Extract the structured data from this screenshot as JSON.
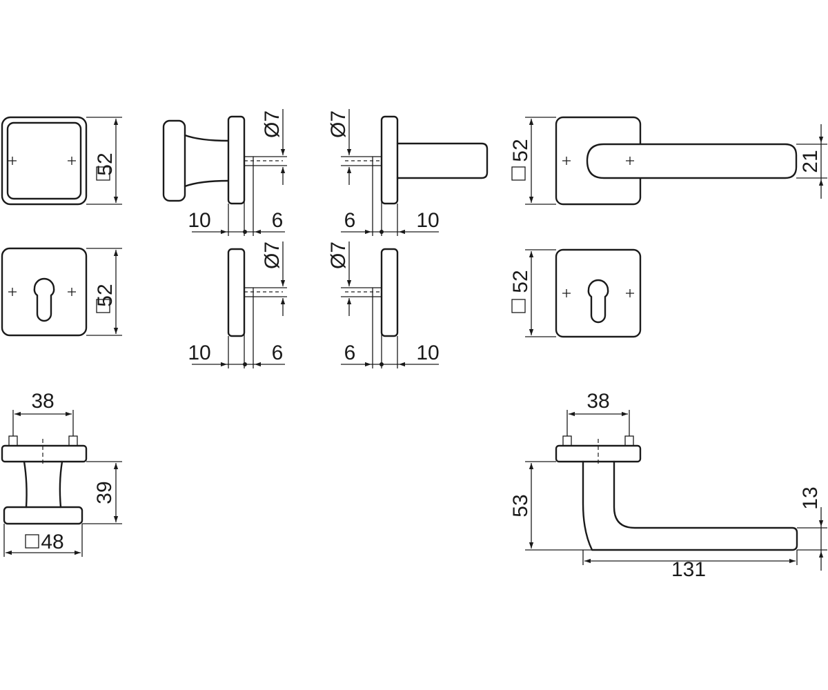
{
  "drawing": {
    "rosette_square": {
      "size_label": "52"
    },
    "rosette_cylinder": {
      "size_label": "52"
    },
    "knob_side": {
      "diameter_label": "Ø7",
      "left_label": "10",
      "right_label": "6"
    },
    "plate_side_left": {
      "diameter_label": "Ø7",
      "left_label": "10",
      "right_label": "6"
    },
    "lever_side": {
      "diameter_label": "Ø7",
      "left_label": "6",
      "right_label": "10"
    },
    "plate_side_right": {
      "diameter_label": "Ø7",
      "left_label": "6",
      "right_label": "10"
    },
    "lever_front": {
      "size_label": "52",
      "grip_label": "21"
    },
    "rosette_cylinder_right": {
      "size_label": "52"
    },
    "knob_top": {
      "spacing_label": "38",
      "height_label": "39",
      "base_label": "48"
    },
    "lever_top": {
      "spacing_label": "38",
      "height_label": "53",
      "grip_label": "13",
      "length_label": "131"
    }
  }
}
